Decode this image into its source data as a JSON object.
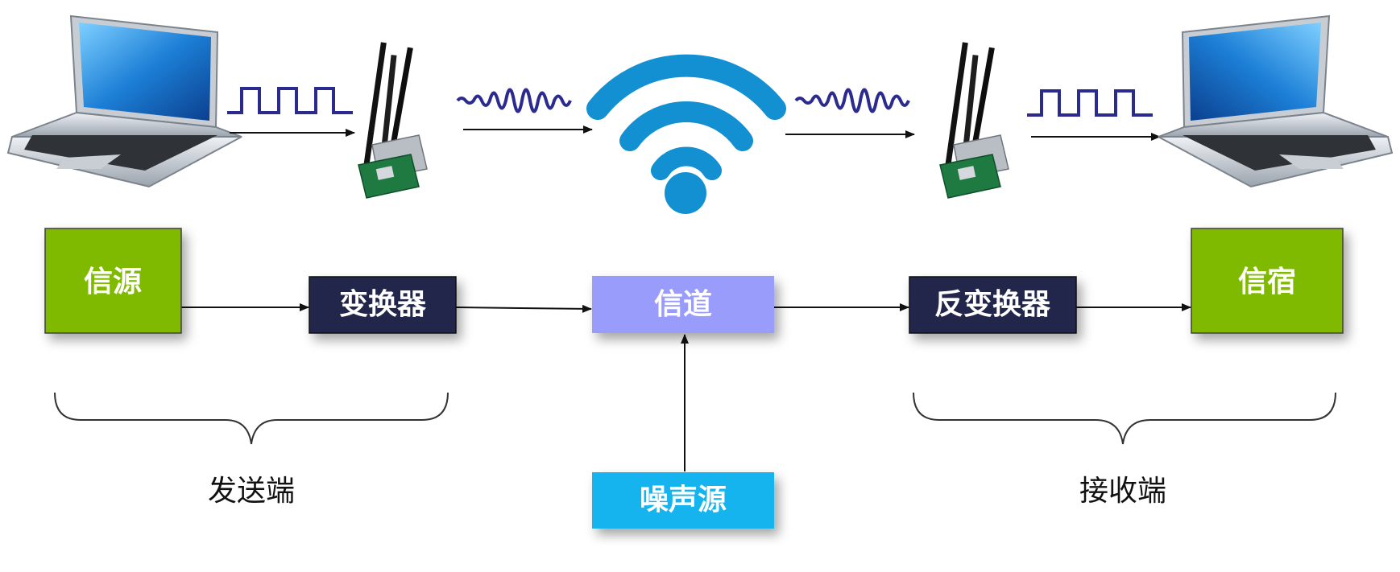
{
  "blocks": {
    "source": "信源",
    "transformer": "变换器",
    "channel": "信道",
    "inverse_transformer": "反变换器",
    "sink": "信宿",
    "noise_source": "噪声源"
  },
  "groups": {
    "sender": "发送端",
    "receiver": "接收端"
  },
  "colors": {
    "source_sink_fill": "#7fba00",
    "transformer_fill": "#23254b",
    "channel_fill": "#9a9cfc",
    "noise_fill": "#12b4ee",
    "signal_wave": "#2b2b8f",
    "wifi_icon": "#1390d2",
    "arrow": "#111111"
  },
  "icons": [
    "laptop-icon",
    "square-wave-icon",
    "wifi-adapter-icon",
    "sine-wave-icon",
    "wifi-icon"
  ]
}
